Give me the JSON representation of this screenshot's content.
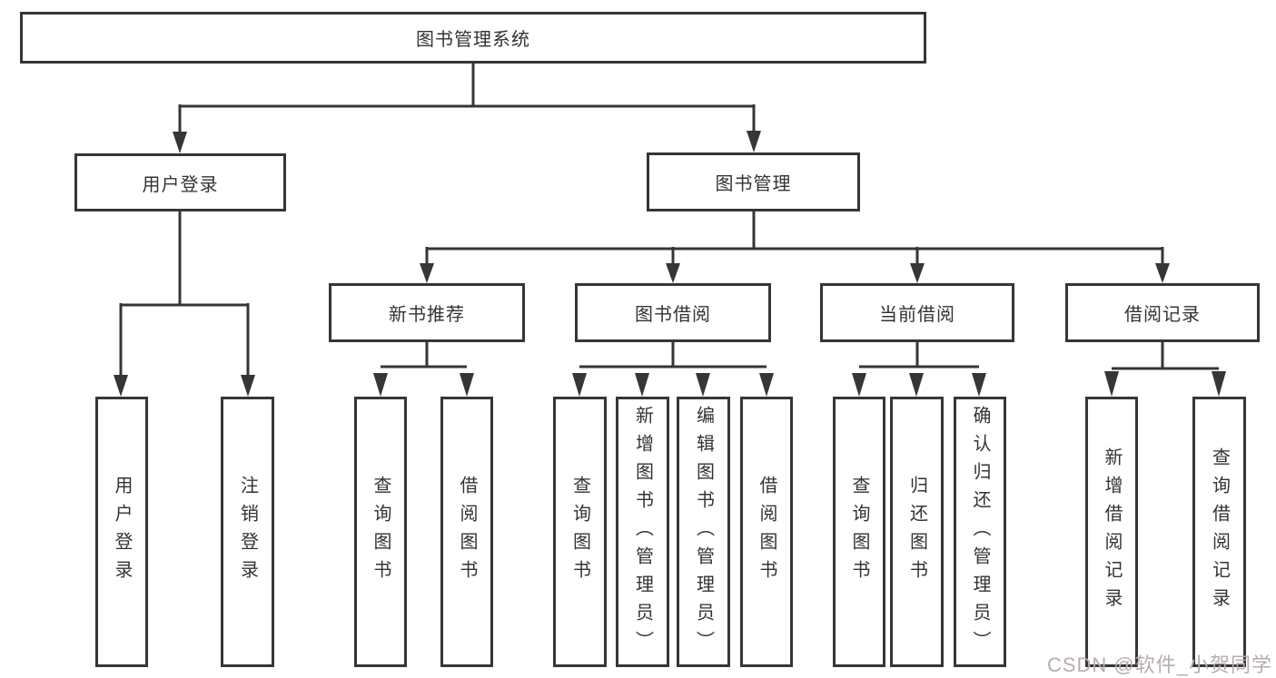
{
  "tree": {
    "root": "图书管理系统",
    "children": [
      {
        "label": "用户登录",
        "children": [
          {
            "label": "用户登录"
          },
          {
            "label": "注销登录"
          }
        ]
      },
      {
        "label": "图书管理",
        "children": [
          {
            "label": "新书推荐",
            "children": [
              {
                "label": "查询图书"
              },
              {
                "label": "借阅图书"
              }
            ]
          },
          {
            "label": "图书借阅",
            "children": [
              {
                "label": "查询图书"
              },
              {
                "label": "新增图书（管理员）"
              },
              {
                "label": "编辑图书（管理员）"
              },
              {
                "label": "借阅图书"
              }
            ]
          },
          {
            "label": "当前借阅",
            "children": [
              {
                "label": "查询图书"
              },
              {
                "label": "归还图书"
              },
              {
                "label": "确认归还（管理员）"
              }
            ]
          },
          {
            "label": "借阅记录",
            "children": [
              {
                "label": "新增借阅记录"
              },
              {
                "label": "查询借阅记录"
              }
            ]
          }
        ]
      }
    ]
  },
  "watermark": {
    "text": "CSDN @软件_小贺同学"
  },
  "colors": {
    "line": "#363636",
    "box_border": "#363636",
    "text": "#333333",
    "background": "#ffffff",
    "watermark": "#b6adad"
  }
}
